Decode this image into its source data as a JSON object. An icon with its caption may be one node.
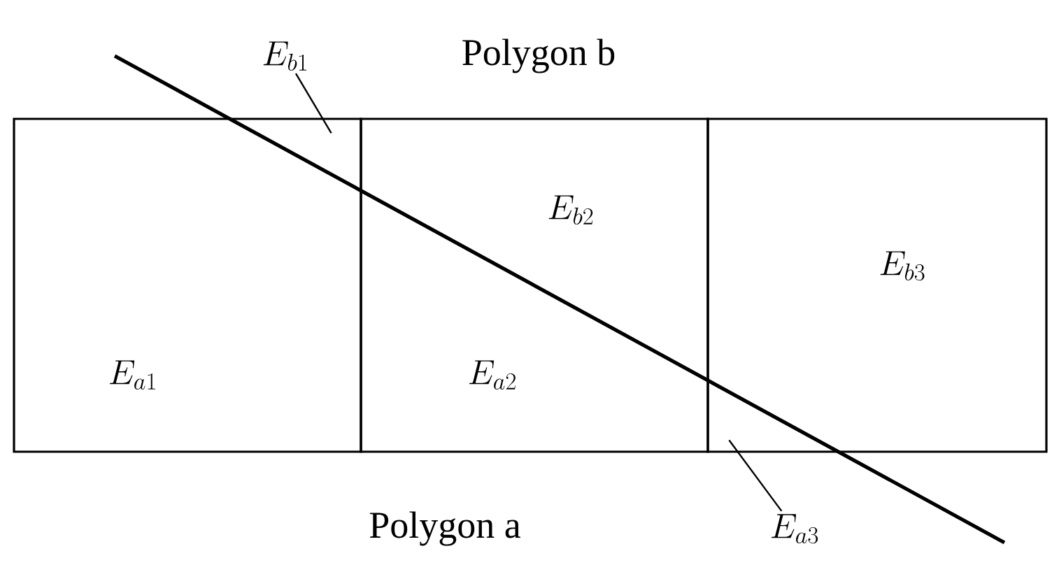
{
  "diagram": {
    "nodes": [
      {
        "text": [
          "E_{a1}"
        ]
      },
      {
        "text": [
          "E_{b2}",
          "E_{a2}"
        ]
      },
      {
        "text": [
          "E_{b3}"
        ]
      },
      {
        "text": [
          "E_{b1}"
        ]
      },
      {
        "text": [
          "E_{a3}"
        ]
      }
    ],
    "edges": [
      {
        "from": 3,
        "to": 0,
        "arrow": "none"
      },
      {
        "from": 4,
        "to": 2,
        "arrow": "none"
      }
    ],
    "labels": [
      "Polygon b",
      "Polygon a"
    ]
  }
}
